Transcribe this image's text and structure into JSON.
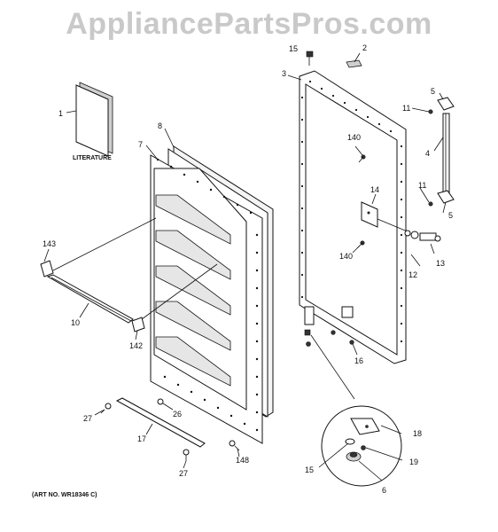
{
  "watermark": "AppliancePartsPros.com",
  "literature_label": "LITERATURE",
  "art_number": "(ART NO. WR18346 C)",
  "callouts": {
    "c1": "1",
    "c2": "2",
    "c3": "3",
    "c4": "4",
    "c5a": "5",
    "c5b": "5",
    "c6": "6",
    "c7": "7",
    "c8": "8",
    "c10": "10",
    "c11a": "11",
    "c11b": "11",
    "c12": "12",
    "c13": "13",
    "c14": "14",
    "c15a": "15",
    "c15b": "15",
    "c16": "16",
    "c17": "17",
    "c18": "18",
    "c19": "19",
    "c26": "26",
    "c27a": "27",
    "c27b": "27",
    "c140a": "140",
    "c140b": "140",
    "c142": "142",
    "c143": "143",
    "c148": "148"
  }
}
